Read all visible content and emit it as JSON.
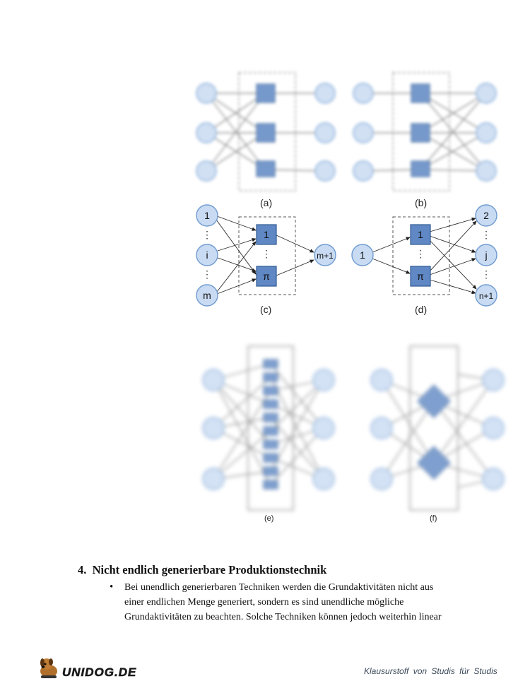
{
  "figures": {
    "captions": {
      "a": "(a)",
      "b": "(b)",
      "c": "(c)",
      "d": "(d)",
      "e": "(e)",
      "f": "(f)"
    },
    "c": {
      "inputs": [
        "1",
        "i",
        "m"
      ],
      "processes": [
        "1",
        "π"
      ],
      "output": "m+1",
      "dots": "⋮"
    },
    "d": {
      "input": "1",
      "processes": [
        "1",
        "π"
      ],
      "outputs": [
        "2",
        "j",
        "n+1"
      ],
      "dots": "⋮"
    }
  },
  "section": {
    "number": "4.",
    "title": "Nicht endlich generierbare Produktionstechnik",
    "bullet_lines": [
      "Bei unendlich generierbaren Techniken werden die Grundaktivitäten nicht aus",
      "einer endlichen Menge generiert, sondern es sind unendliche mögliche",
      "Grundaktivitäten zu beachten. Solche Techniken können jedoch weiterhin linear"
    ]
  },
  "footer": {
    "logo_text": "UNIDOG.DE",
    "tagline": "Klausurstoff von Studis für Studis"
  },
  "colors": {
    "node_fill": "#c9dbf2",
    "process_fill": "#5f88c4",
    "text": "#111111"
  }
}
